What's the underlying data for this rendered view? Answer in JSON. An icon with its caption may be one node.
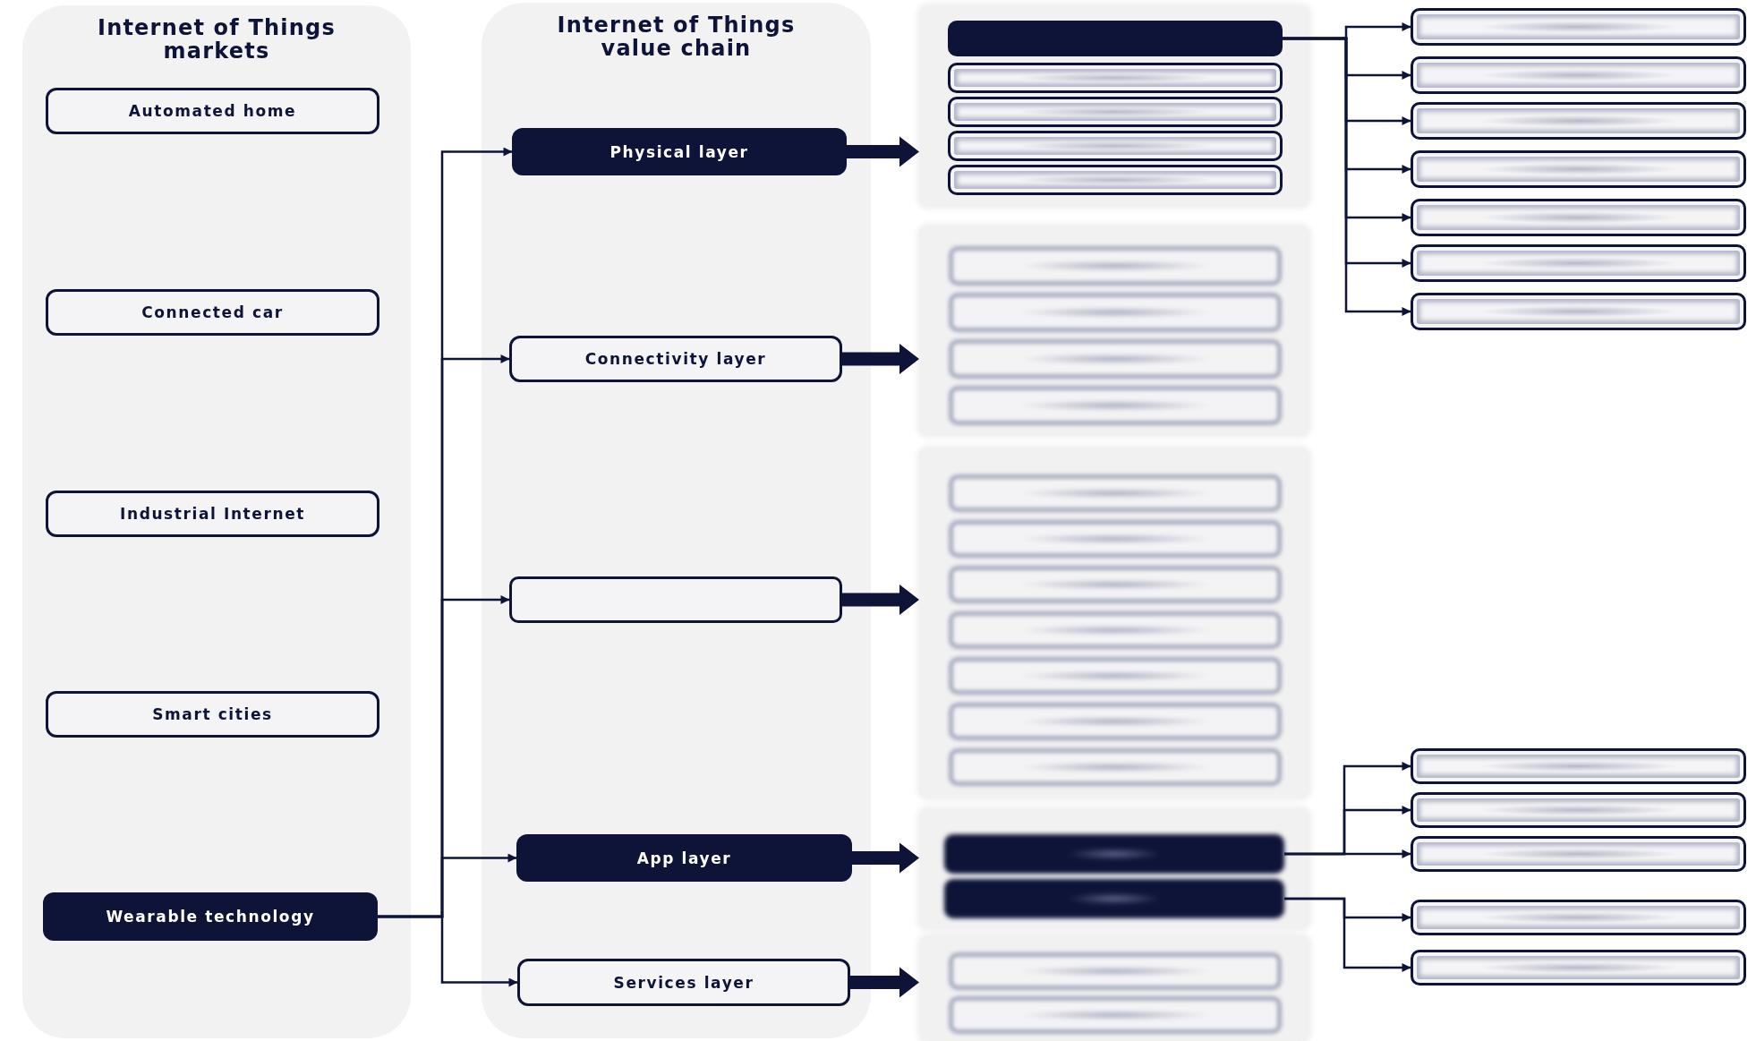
{
  "diagram": {
    "nodes": [
      {
        "text": [
          "Internet of Things markets"
        ]
      },
      {
        "text": [
          "Automated home"
        ],
        "in": 0
      },
      {
        "text": [
          "Connected car"
        ],
        "in": 0
      },
      {
        "text": [
          "Industrial Internet"
        ],
        "in": 0
      },
      {
        "text": [
          "Smart cities"
        ],
        "in": 0
      },
      {
        "text": [
          "Wearable technology"
        ],
        "in": 0
      },
      {
        "text": [
          "Internet of Things value chain"
        ]
      },
      {
        "text": [
          "Physical layer"
        ],
        "in": 6
      },
      {
        "text": [
          "Connectivity layer"
        ],
        "in": 6
      },
      {
        "text": [],
        "shape": "box",
        "in": 6
      },
      {
        "text": [
          "App layer"
        ],
        "in": 6
      },
      {
        "text": [
          "Services layer"
        ],
        "in": 6
      },
      {
        "text": [],
        "shape": "box"
      },
      {
        "text": [],
        "shape": "box",
        "in": 12
      },
      {
        "text": [],
        "shape": "box",
        "in": 12
      },
      {
        "text": [],
        "shape": "box",
        "in": 12
      },
      {
        "text": [],
        "shape": "box",
        "in": 12
      },
      {
        "text": [],
        "shape": "box",
        "in": 12
      },
      {
        "text": [],
        "shape": "box"
      },
      {
        "text": [],
        "shape": "box",
        "in": 18
      },
      {
        "text": [],
        "shape": "box",
        "in": 18
      },
      {
        "text": [],
        "shape": "box",
        "in": 18
      },
      {
        "text": [],
        "shape": "box",
        "in": 18
      },
      {
        "text": [],
        "shape": "box"
      },
      {
        "text": [],
        "shape": "box",
        "in": 23
      },
      {
        "text": [],
        "shape": "box",
        "in": 23
      },
      {
        "text": [],
        "shape": "box",
        "in": 23
      },
      {
        "text": [],
        "shape": "box",
        "in": 23
      },
      {
        "text": [],
        "shape": "box",
        "in": 23
      },
      {
        "text": [],
        "shape": "box",
        "in": 23
      },
      {
        "text": [],
        "shape": "box",
        "in": 23
      },
      {
        "text": [],
        "shape": "box"
      },
      {
        "text": [],
        "shape": "box",
        "in": 31
      },
      {
        "text": [],
        "shape": "box",
        "in": 31
      },
      {
        "text": [],
        "shape": "box"
      },
      {
        "text": [],
        "shape": "box",
        "in": 34
      },
      {
        "text": [],
        "shape": "box",
        "in": 34
      },
      {
        "text": [],
        "shape": "box"
      },
      {
        "text": [],
        "shape": "box"
      },
      {
        "text": [],
        "shape": "box"
      },
      {
        "text": [],
        "shape": "box"
      },
      {
        "text": [],
        "shape": "box"
      },
      {
        "text": [],
        "shape": "box"
      },
      {
        "text": [],
        "shape": "box"
      },
      {
        "text": [],
        "shape": "box"
      },
      {
        "text": [],
        "shape": "box"
      },
      {
        "text": [],
        "shape": "box"
      },
      {
        "text": [],
        "shape": "box"
      },
      {
        "text": [],
        "shape": "box"
      }
    ],
    "edges": [
      {
        "from": 5,
        "to": 7,
        "arrow": "to"
      },
      {
        "from": 5,
        "to": 8,
        "arrow": "to"
      },
      {
        "from": 5,
        "to": 9,
        "arrow": "to"
      },
      {
        "from": 5,
        "to": 10,
        "arrow": "to"
      },
      {
        "from": 5,
        "to": 11,
        "arrow": "to"
      },
      {
        "from": 7,
        "to": 12,
        "arrow": "to",
        "style": "thick"
      },
      {
        "from": 8,
        "to": 18,
        "arrow": "to",
        "style": "thick"
      },
      {
        "from": 9,
        "to": 23,
        "arrow": "to",
        "style": "thick"
      },
      {
        "from": 10,
        "to": 31,
        "arrow": "to",
        "style": "thick"
      },
      {
        "from": 11,
        "to": 34,
        "arrow": "to",
        "style": "thick"
      },
      {
        "from": 13,
        "to": 37,
        "arrow": "to"
      },
      {
        "from": 13,
        "to": 38,
        "arrow": "to"
      },
      {
        "from": 13,
        "to": 39,
        "arrow": "to"
      },
      {
        "from": 13,
        "to": 40,
        "arrow": "to"
      },
      {
        "from": 13,
        "to": 41,
        "arrow": "to"
      },
      {
        "from": 13,
        "to": 42,
        "arrow": "to"
      },
      {
        "from": 13,
        "to": 43,
        "arrow": "to"
      },
      {
        "from": 32,
        "to": 44,
        "arrow": "to"
      },
      {
        "from": 32,
        "to": 45,
        "arrow": "to"
      },
      {
        "from": 32,
        "to": 46,
        "arrow": "to"
      },
      {
        "from": 33,
        "to": 47,
        "arrow": "to"
      },
      {
        "from": 33,
        "to": 48,
        "arrow": "to"
      }
    ]
  }
}
